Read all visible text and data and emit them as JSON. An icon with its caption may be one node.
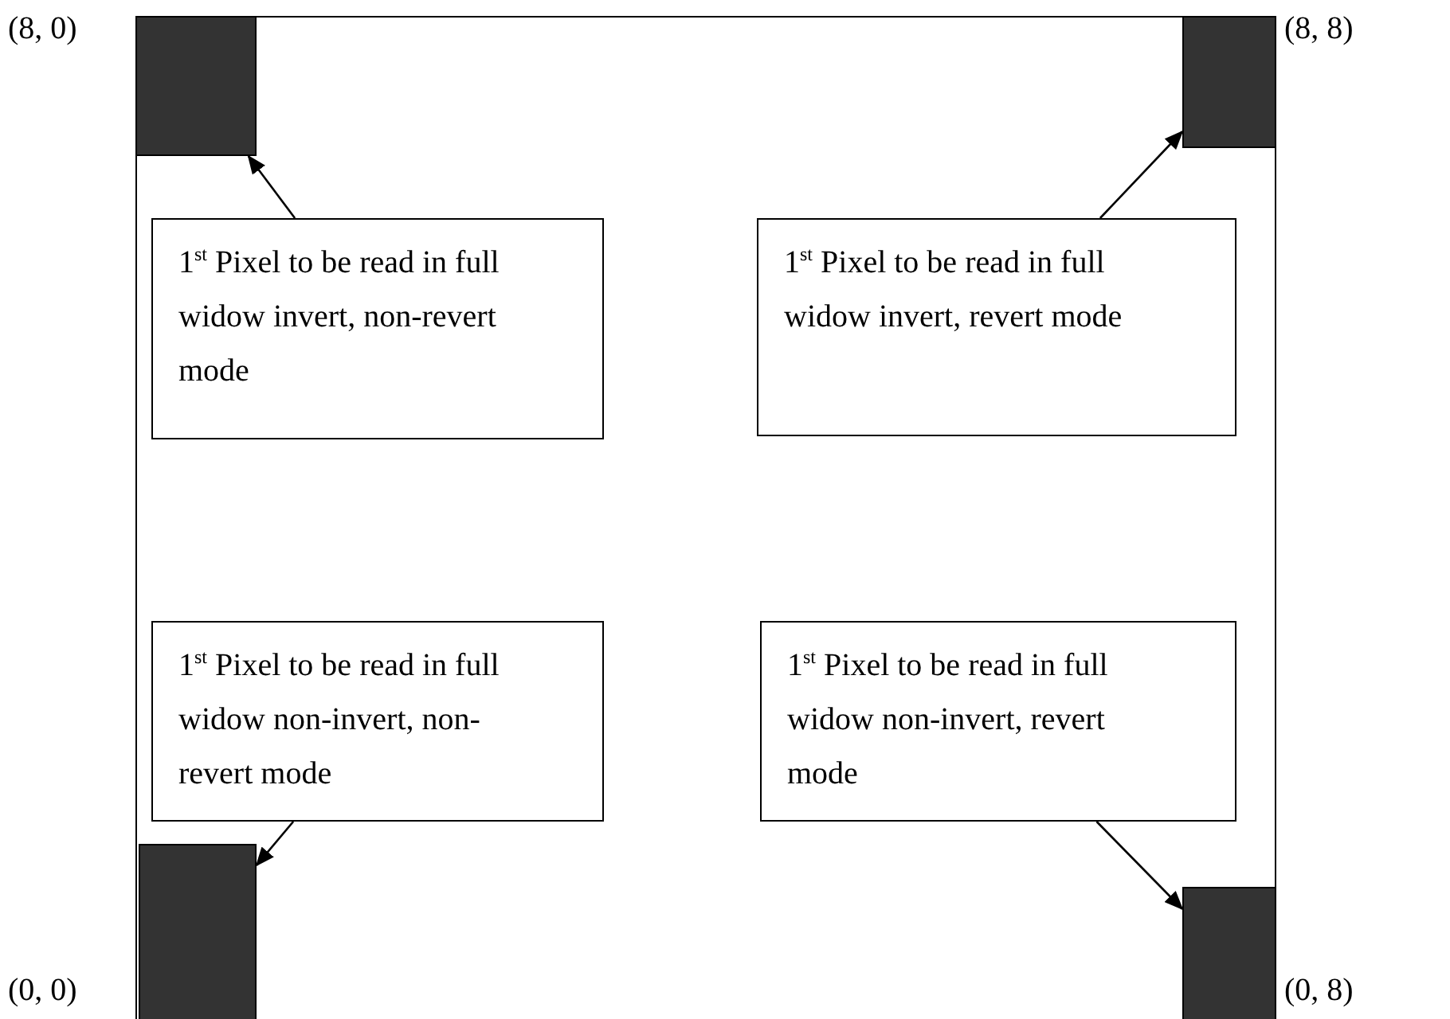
{
  "diagram": {
    "nodes": [
      {
        "text": [],
        "shape": "box"
      },
      {
        "text": [],
        "shape": "box",
        "in": 0,
        "beside": [
          "(8, 0)"
        ]
      },
      {
        "text": [],
        "shape": "box",
        "in": 0,
        "beside": [
          "(8, 8)"
        ]
      },
      {
        "text": [
          "1$^{st}$ Pixel to be read in full widow invert, non-revert mode"
        ],
        "in": 0
      },
      {
        "text": [
          "1$^{st}$ Pixel to be read in full widow invert, revert mode"
        ],
        "in": 0
      },
      {
        "text": [
          "1$^{st}$ Pixel to be read in full widow non-invert, non-revert mode"
        ],
        "in": 0
      },
      {
        "text": [
          "1$^{st}$ Pixel to be read in full widow non-invert, revert mode"
        ],
        "in": 0
      },
      {
        "text": [],
        "shape": "box",
        "in": 0,
        "beside": [
          "(0, 0)"
        ]
      },
      {
        "text": [],
        "shape": "box",
        "in": 0,
        "beside": [
          "(0, 8)"
        ]
      }
    ],
    "edges": [
      {
        "from": 3,
        "to": 1,
        "arrow": "to"
      },
      {
        "from": 4,
        "to": 2,
        "arrow": "to"
      },
      {
        "from": 5,
        "to": 7,
        "arrow": "to"
      },
      {
        "from": 6,
        "to": 8,
        "arrow": "to"
      }
    ]
  }
}
